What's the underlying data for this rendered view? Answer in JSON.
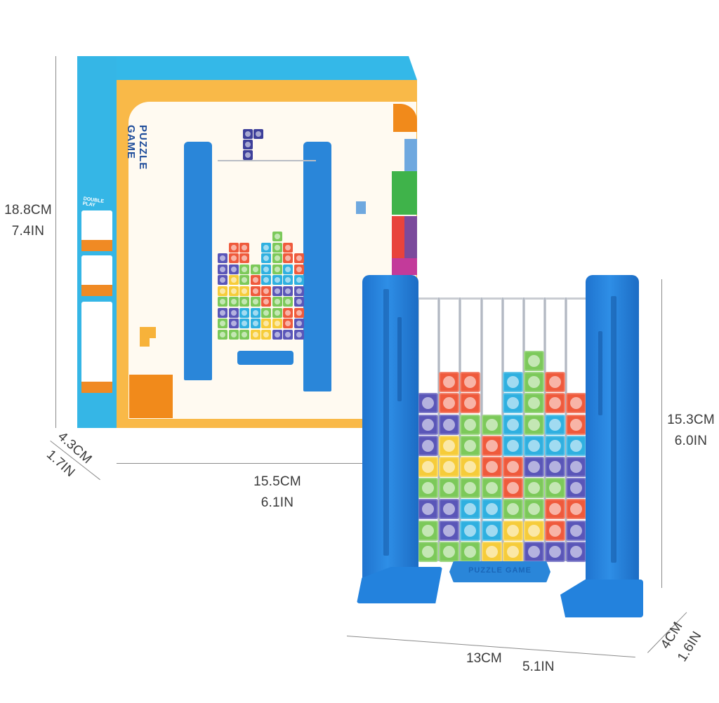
{
  "product": {
    "name": "PUZZLE GAME",
    "box_side_label": "DOUBLE PLAY",
    "base_label": "PUZZLE GAME",
    "side_panel_symbols": [
      "=",
      "= ?"
    ]
  },
  "dimensions": {
    "box_height": {
      "cm": "18.8CM",
      "in": "7.4IN"
    },
    "box_depth": {
      "cm": "4.3CM",
      "in": "1.7IN"
    },
    "box_width": {
      "cm": "15.5CM",
      "in": "6.1IN"
    },
    "toy_height": {
      "cm": "15.3CM",
      "in": "6.0IN"
    },
    "toy_width": {
      "cm": "13CM",
      "in": "5.1IN"
    },
    "toy_depth": {
      "cm": "4CM",
      "in": "1.6IN"
    }
  },
  "colors": {
    "box_blue": "#34b8e8",
    "box_yellow": "#f9b948",
    "toy_blue": "#2a86d9",
    "purple": "#5a56b8",
    "red": "#ef5a3c",
    "green": "#7cc95a",
    "cyan": "#2fb0e0",
    "yellow": "#f6cc3a"
  },
  "grid": {
    "columns": 8,
    "rows": [
      [
        "",
        "",
        "",
        "",
        "",
        "green",
        "",
        ""
      ],
      [
        "",
        "red",
        "red",
        "",
        "cyan",
        "green",
        "red",
        ""
      ],
      [
        "purple",
        "red",
        "red",
        "",
        "cyan",
        "green",
        "red",
        "red"
      ],
      [
        "purple",
        "purple",
        "green",
        "green",
        "cyan",
        "green",
        "cyan",
        "red"
      ],
      [
        "purple",
        "yellow",
        "green",
        "red",
        "cyan",
        "cyan",
        "cyan",
        "cyan"
      ],
      [
        "yellow",
        "yellow",
        "yellow",
        "red",
        "red",
        "purple",
        "purple",
        "purple"
      ],
      [
        "green",
        "green",
        "green",
        "green",
        "red",
        "green",
        "green",
        "purple"
      ],
      [
        "purple",
        "purple",
        "cyan",
        "cyan",
        "green",
        "green",
        "red",
        "red"
      ],
      [
        "green",
        "purple",
        "cyan",
        "cyan",
        "yellow",
        "yellow",
        "red",
        "purple"
      ],
      [
        "green",
        "green",
        "green",
        "yellow",
        "yellow",
        "purple",
        "purple",
        "purple"
      ]
    ]
  }
}
